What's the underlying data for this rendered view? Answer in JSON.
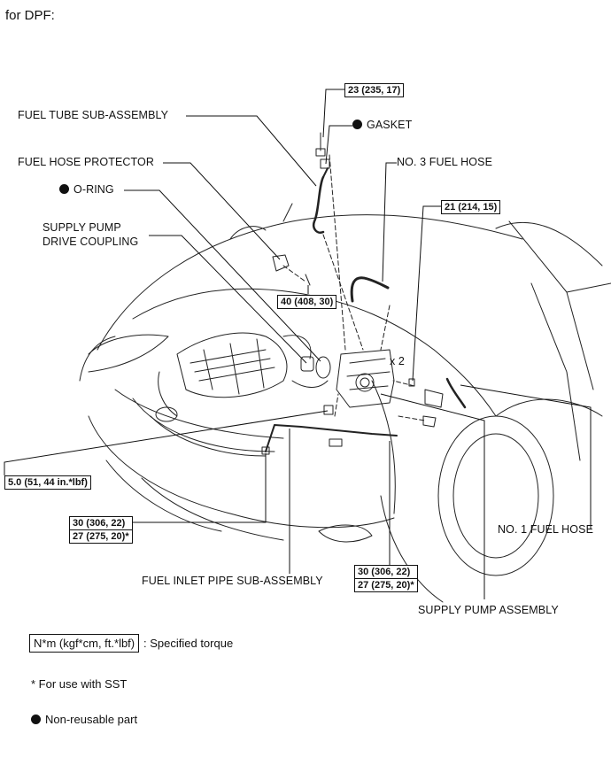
{
  "title": "for DPF:",
  "labels": {
    "fuel_tube": "FUEL TUBE SUB-ASSEMBLY",
    "gasket": "GASKET",
    "fuel_hose_protector": "FUEL HOSE PROTECTOR",
    "no3_fuel_hose": "NO. 3 FUEL HOSE",
    "o_ring": "O-RING",
    "coupling_line1": "SUPPLY PUMP",
    "coupling_line2": "DRIVE COUPLING",
    "no1_fuel_hose": "NO. 1 FUEL HOSE",
    "inlet_pipe": "FUEL INLET PIPE SUB-ASSEMBLY",
    "supply_pump": "SUPPLY PUMP ASSEMBLY",
    "x2": "x 2"
  },
  "torques": {
    "t_23": "23 (235, 17)",
    "t_21": "21 (214, 15)",
    "t_40": "40 (408, 30)",
    "t_5": "5.0 (51, 44 in.*lbf)",
    "t_30_left_a": "30 (306, 22)",
    "t_30_left_b": "27 (275, 20)*",
    "t_30_right_a": "30 (306, 22)",
    "t_30_right_b": "27 (275, 20)*"
  },
  "legend": {
    "torque_unit": "N*m (kgf*cm, ft.*lbf)",
    "torque_desc": ": Specified torque",
    "sst_note": "* For use with SST",
    "non_reusable": "Non-reusable part"
  }
}
